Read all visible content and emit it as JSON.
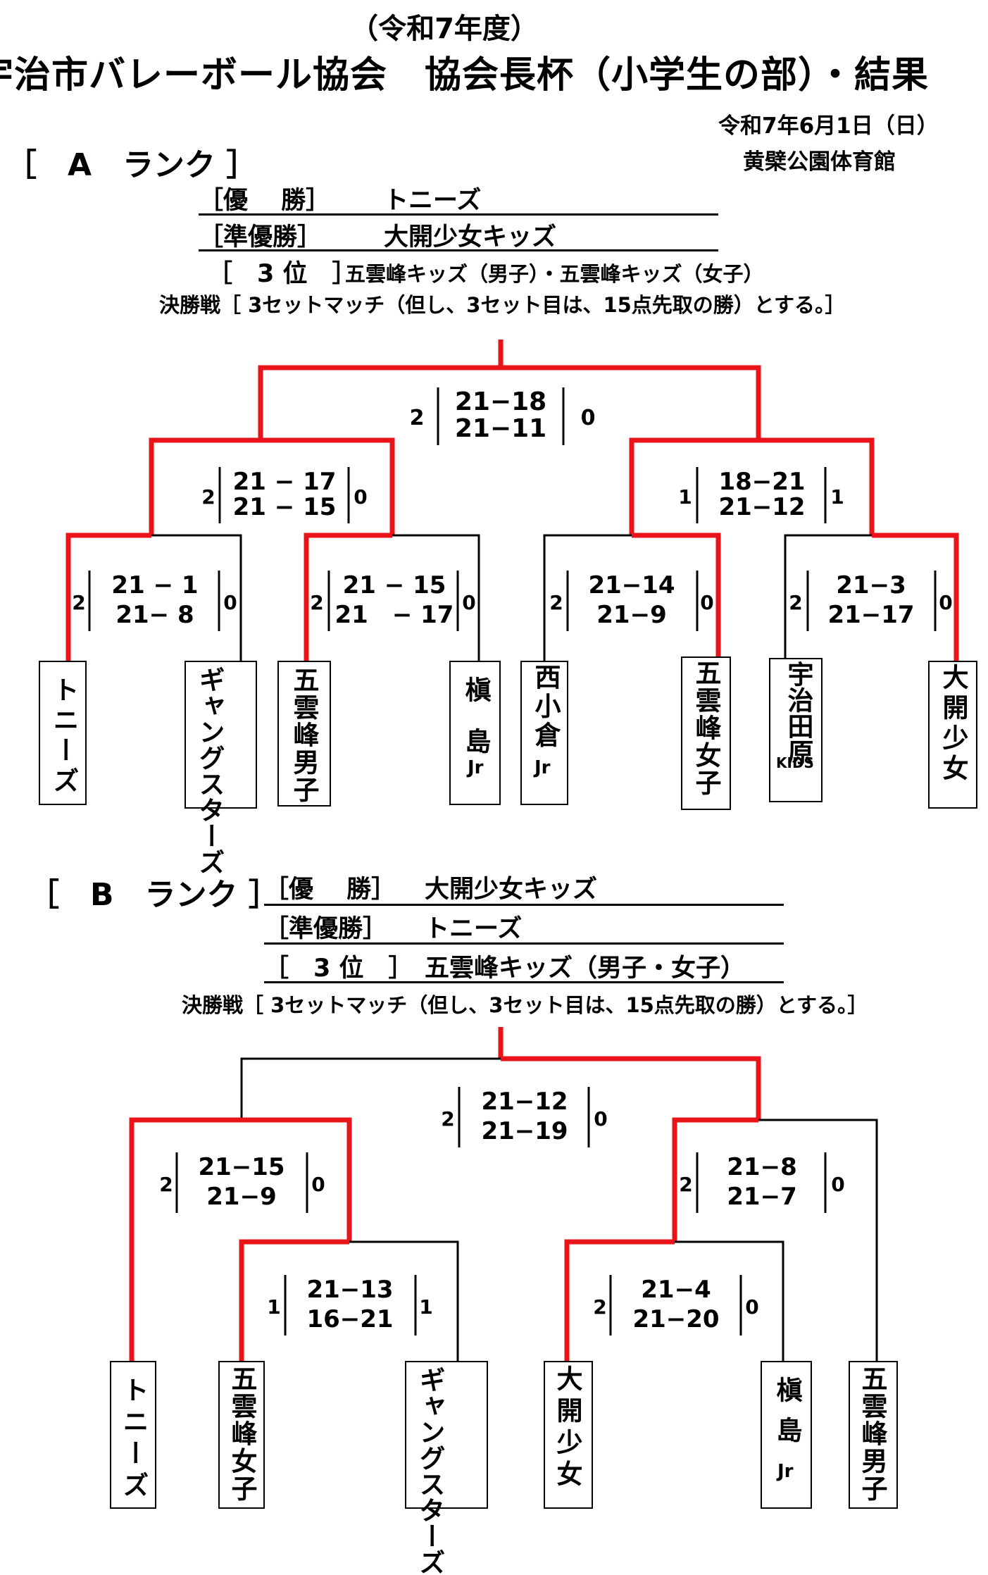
{
  "header": {
    "year": "（令和7年度）",
    "title": "宇治市バレーボール協会　協会長杯（小学生の部）・結果",
    "date": "令和7年6月1日（日）",
    "venue": "黄檗公園体育館"
  },
  "rank_a": {
    "label": "［　A　ランク ］",
    "winner_label": "［優　 勝］",
    "winner": "トニーズ",
    "runner_up_label": "［準優勝］",
    "runner_up": "大開少女キッズ",
    "third_label": "［　3 位　］",
    "third": "五雲峰キッズ（男子）・五雲峰キッズ（女子）",
    "final_rule": "決勝戦［ 3セットマッチ（但し、3セット目は、15点先取の勝）とする。］",
    "matches": [
      {
        "id": "final",
        "left": "2",
        "right": "0",
        "s1": "21−18",
        "s2": "21−11"
      },
      {
        "id": "semi-left",
        "left": "2",
        "right": "0",
        "s1": "21 − 17",
        "s2": "21 − 15"
      },
      {
        "id": "semi-right",
        "left": "1",
        "right": "1",
        "s1": "18−21",
        "s2": "21−12"
      },
      {
        "id": "qf-1",
        "left": "2",
        "right": "0",
        "s1": "21 − 1",
        "s2": "21− 8"
      },
      {
        "id": "qf-2",
        "left": "2",
        "right": "0",
        "s1": "21 − 15",
        "s2": "21　− 17"
      },
      {
        "id": "qf-3",
        "left": "2",
        "right": "0",
        "s1": "21−14",
        "s2": "21−9"
      },
      {
        "id": "qf-4",
        "left": "2",
        "right": "0",
        "s1": "21−3",
        "s2": "21−17"
      }
    ],
    "teams": [
      {
        "name": "トニーズ",
        "sub": ""
      },
      {
        "name": "ギャングスターズ",
        "sub": ""
      },
      {
        "name": "五雲峰男子",
        "sub": ""
      },
      {
        "name": "槇島",
        "sub": "Jr"
      },
      {
        "name": "西小倉",
        "sub": "Jr"
      },
      {
        "name": "五雲峰女子",
        "sub": ""
      },
      {
        "name": "宇治田原",
        "sub": "KIDS"
      },
      {
        "name": "大開少女",
        "sub": ""
      }
    ]
  },
  "rank_b": {
    "label": "［　B　ランク ］",
    "winner_label": "［優　 勝］",
    "winner": "大開少女キッズ",
    "runner_up_label": "［準優勝］",
    "runner_up": "トニーズ",
    "third_label": "［　3 位　］",
    "third": "五雲峰キッズ（男子・女子）",
    "final_rule": "決勝戦［ 3セットマッチ（但し、3セット目は、15点先取の勝）とする。］",
    "matches": [
      {
        "id": "final",
        "left": "2",
        "right": "0",
        "s1": "21−12",
        "s2": "21−19"
      },
      {
        "id": "semi-left",
        "left": "2",
        "right": "0",
        "s1": "21−15",
        "s2": "21−9"
      },
      {
        "id": "semi-right",
        "left": "2",
        "right": "0",
        "s1": "21−8",
        "s2": "21−7"
      },
      {
        "id": "qf-left",
        "left": "1",
        "right": "1",
        "s1": "21−13",
        "s2": "16−21"
      },
      {
        "id": "qf-right",
        "left": "2",
        "right": "0",
        "s1": "21−4",
        "s2": "21−20"
      }
    ],
    "teams": [
      {
        "name": "トニーズ",
        "sub": ""
      },
      {
        "name": "五雲峰女子",
        "sub": ""
      },
      {
        "name": "ギャングスターズ",
        "sub": ""
      },
      {
        "name": "大開少女",
        "sub": ""
      },
      {
        "name": "槇島",
        "sub": "Jr"
      },
      {
        "name": "五雲峰男子",
        "sub": ""
      }
    ]
  },
  "colors": {
    "winner_line": "#e8141a",
    "line": "#000000"
  }
}
